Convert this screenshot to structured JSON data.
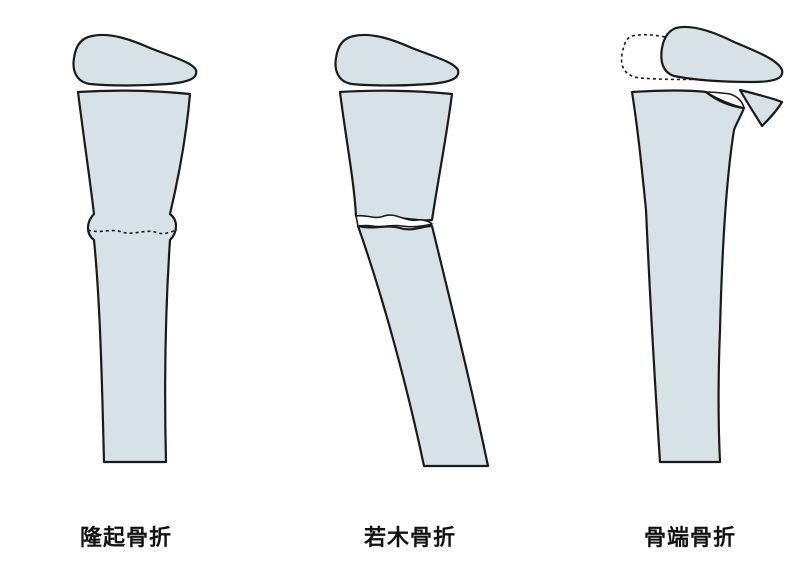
{
  "labels": {
    "buckle": "隆起骨折",
    "greenstick": "若木骨折",
    "epiphyseal": "骨端骨折"
  },
  "colors": {
    "bone_fill": "#d6e2e6",
    "outline": "#1a1a1a",
    "background": "#ffffff"
  }
}
